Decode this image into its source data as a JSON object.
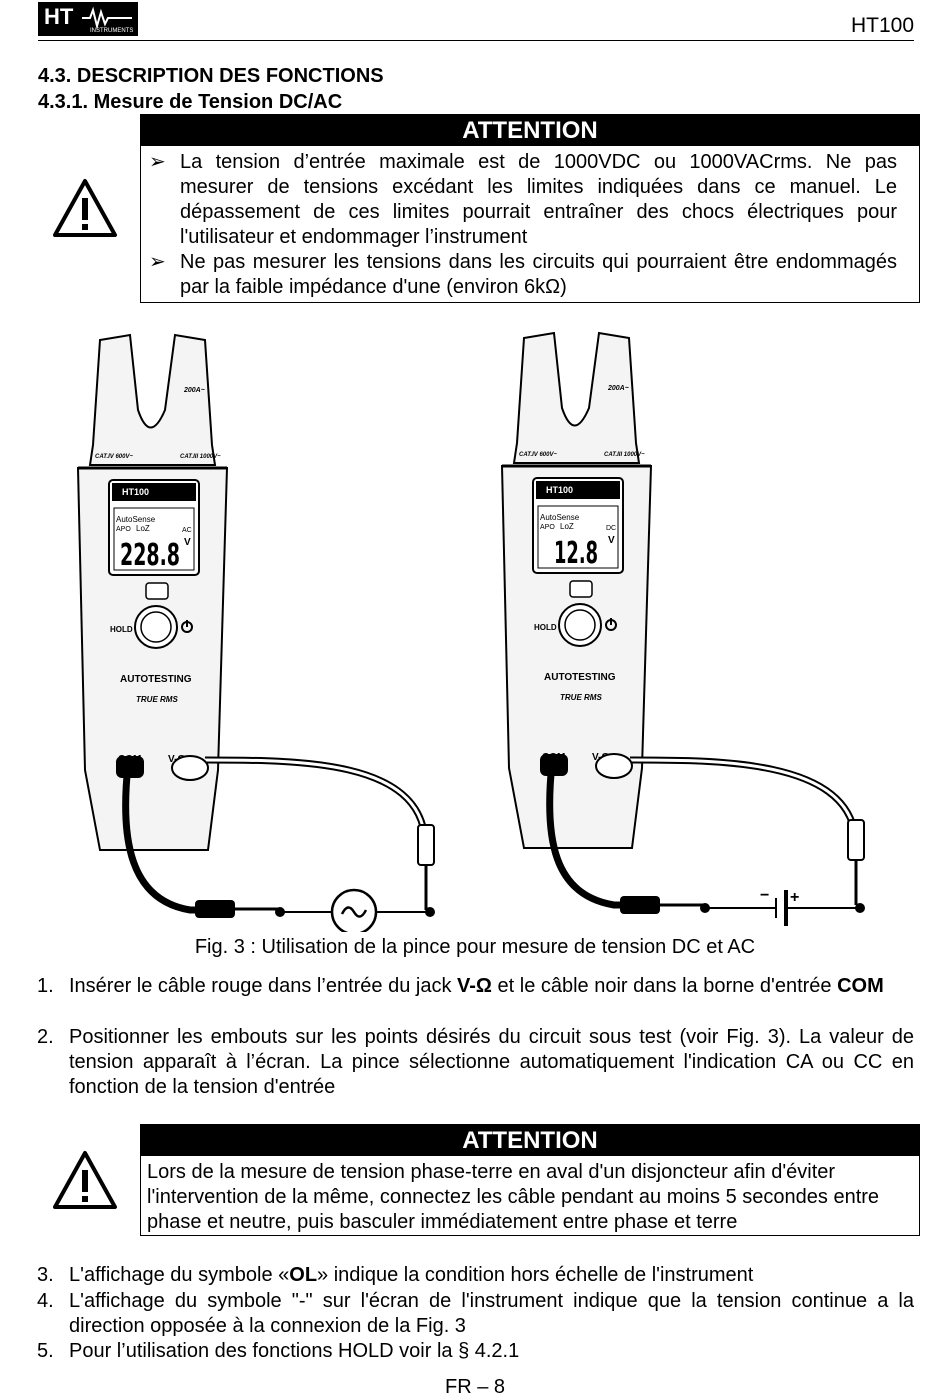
{
  "header": {
    "logo_text": "HT",
    "logo_sub": "INSTRUMENTS",
    "model": "HT100"
  },
  "headings": {
    "section": "4.3.  DESCRIPTION DES FONCTIONS",
    "subsection": "4.3.1.  Mesure de Tension DC/AC"
  },
  "attention1": {
    "title": "ATTENTION",
    "bullets": [
      "La tension d’entrée maximale est de 1000VDC ou 1000VACrms. Ne pas mesurer de tensions excédant les limites indiquées dans ce manuel. Le dépassement de ces limites pourrait entraîner des chocs électriques pour l'utilisateur et endommager l’instrument",
      "Ne pas mesurer les tensions dans les circuits qui pourraient être endommagés par la faible impédance d'une (environ 6kΩ)"
    ]
  },
  "figure": {
    "caption": "Fig. 3 : Utilisation de la pince pour mesure de tension DC et AC",
    "meters": [
      {
        "model": "HT100",
        "mode": "AutoSense",
        "apo": "APO",
        "loz": "LoZ",
        "reading": "228.8",
        "unit": "V",
        "type": "AC",
        "hold": "HOLD",
        "autotest": "AUTOTESTING",
        "trms": "TRUE RMS",
        "com": "COM",
        "vohm": "V-Ω",
        "cat1": "CAT.IV 600V~",
        "cat2": "CAT.III 1000V~",
        "range": "200A~"
      },
      {
        "model": "HT100",
        "mode": "AutoSense",
        "apo": "APO",
        "loz": "LoZ",
        "reading": "12.8",
        "unit": "V",
        "type": "DC",
        "hold": "HOLD",
        "autotest": "AUTOTESTING",
        "trms": "TRUE RMS",
        "com": "COM",
        "vohm": "V-Ω",
        "cat1": "CAT.IV 600V~",
        "cat2": "CAT.III 1000V~",
        "range": "200A~"
      }
    ],
    "battery_minus": "−",
    "battery_plus": "+"
  },
  "steps1": [
    {
      "num": "1.",
      "pre": "Insérer le câble rouge dans l’entrée du jack ",
      "bold1": "V-Ω",
      "mid": " et le câble noir dans la borne d'entrée ",
      "bold2": "COM"
    },
    {
      "num": "2.",
      "text": "Positionner les embouts sur les points désirés du circuit sous test (voir Fig. 3). La valeur de tension apparaît à l’écran. La pince sélectionne automatiquement l'indication CA ou CC en fonction de la tension d'entrée"
    }
  ],
  "attention2": {
    "title": "ATTENTION",
    "text": "Lors de la mesure de tension phase-terre en aval d'un disjoncteur afin d'éviter l'intervention de la même, connectez les câble pendant au moins 5 secondes entre phase et neutre, puis basculer immédiatement entre phase et terre"
  },
  "steps2": [
    {
      "num": "3.",
      "pre": "L'affichage du symbole «",
      "bold": "OL",
      "post": "» indique la condition hors échelle de l'instrument"
    },
    {
      "num": "4.",
      "text": "L'affichage du symbole \"-\" sur l'écran de l'instrument indique que la tension continue a la direction opposée à la connexion de la Fig. 3"
    },
    {
      "num": "5.",
      "text": "Pour l’utilisation des fonctions HOLD voir la § 4.2.1"
    }
  ],
  "footer": "FR – 8",
  "colors": {
    "text": "#000000",
    "background": "#ffffff",
    "bar": "#000000",
    "meter_body": "#f4f4f4"
  }
}
